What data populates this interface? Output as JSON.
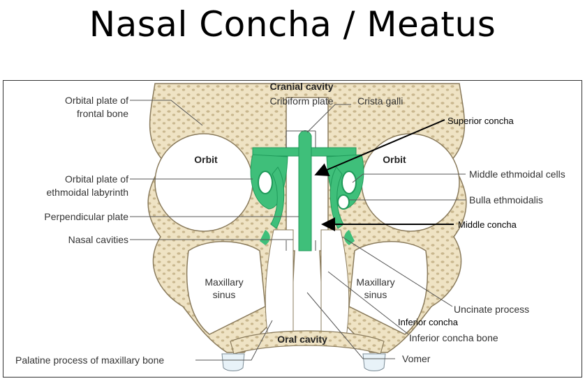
{
  "title": "Nasal Concha / Meatus",
  "labels": {
    "cranial_cavity": "Cranial cavity",
    "cribiform_plate": "Cribiform plate",
    "crista_galli": "Crista galli",
    "orbital_plate_frontal_1": "Orbital plate of",
    "orbital_plate_frontal_2": "frontal bone",
    "orbit_left": "Orbit",
    "orbit_right": "Orbit",
    "orbital_plate_ethmoid_1": "Orbital plate of",
    "orbital_plate_ethmoid_2": "ethmoidal labyrinth",
    "perpendicular_plate": "Perpendicular plate",
    "nasal_cavities": "Nasal cavities",
    "maxillary_sinus_left_1": "Maxillary",
    "maxillary_sinus_left_2": "sinus",
    "maxillary_sinus_right_1": "Maxillary",
    "maxillary_sinus_right_2": "sinus",
    "oral_cavity": "Oral cavity",
    "palatine_process": "Palatine process of maxillary bone",
    "middle_ethmoidal_cells": "Middle ethmoidal cells",
    "bulla_ethmoidalis": "Bulla ethmoidalis",
    "uncinate_process": "Uncinate process",
    "inferior_concha_bone": "Inferior concha bone",
    "vomer": "Vomer"
  },
  "annotations": {
    "superior_concha": "Superior concha",
    "middle_concha": "Middle  concha",
    "inferior_concha": "Inferior concha"
  },
  "colors": {
    "bone": "#efe3c4",
    "bone_outline": "#8a7b5c",
    "bone_cells": "#c9b78e",
    "ethmoid_green": "#3fbf7a",
    "ethmoid_dark": "#1f9a5a",
    "teeth": "#e8f2f8"
  }
}
